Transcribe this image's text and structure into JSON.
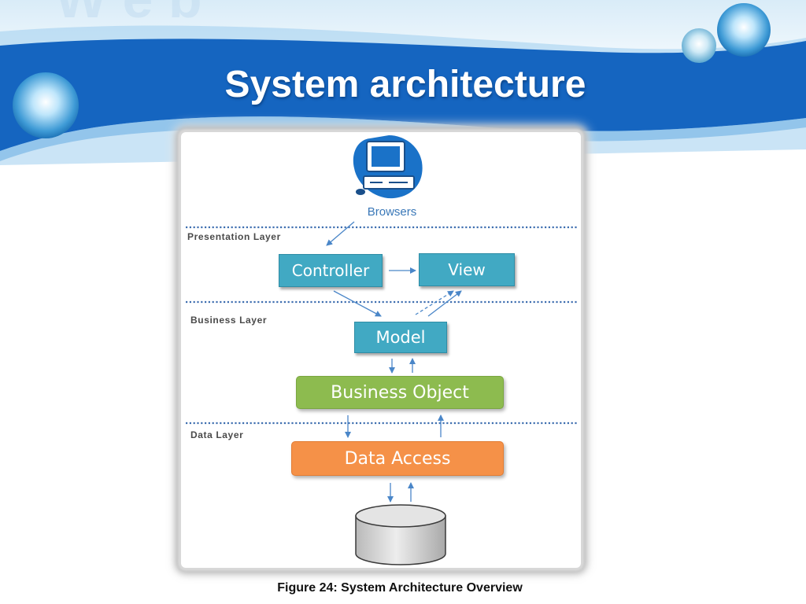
{
  "slide": {
    "title": "System architecture",
    "caption": "Figure 24: System Architecture Overview"
  },
  "diagram": {
    "browsers_label": "Browsers",
    "layers": {
      "presentation": "Presentation  Layer",
      "business": "Business Layer",
      "data": "Data  Layer"
    },
    "nodes": {
      "controller": "Controller",
      "view": "View",
      "model": "Model",
      "business_object": "Business Object",
      "data_access": "Data Access"
    },
    "icons": [
      "computer-icon",
      "database-icon"
    ]
  },
  "colors": {
    "header_blue": "#1565c0",
    "node_teal": "#41a9c3",
    "node_green": "#8dbb4f",
    "node_orange": "#f59148",
    "arrow_blue": "#4a86c8",
    "layer_divider": "#3f6fb0"
  }
}
